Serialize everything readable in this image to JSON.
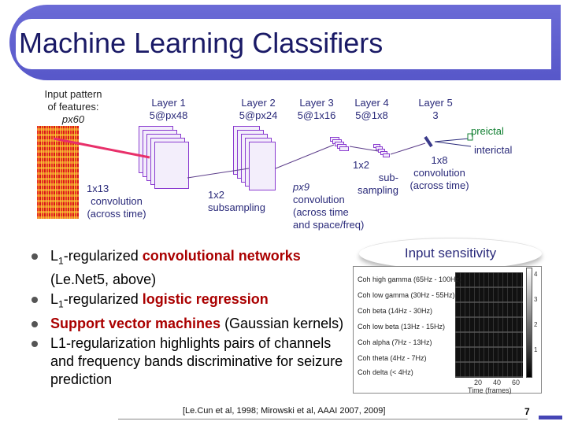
{
  "slide": {
    "title": "Machine Learning Classifiers",
    "page_number": "7",
    "citation": "[Le.Cun et al, 1998; Mirowski et al, AAAI 2007, 2009]"
  },
  "diagram": {
    "input_label": [
      "Input pattern",
      "of features:",
      "px60"
    ],
    "layer1": [
      "Layer 1",
      "5@px48"
    ],
    "layer2": [
      "Layer 2",
      "5@px24"
    ],
    "layer3": [
      "Layer 3",
      "5@1x16"
    ],
    "layer4": [
      "Layer 4",
      "5@1x8"
    ],
    "layer5": [
      "Layer 5",
      "3"
    ],
    "conv1": [
      "1x13",
      "convolution",
      "(across time)"
    ],
    "sub1": [
      "1x2",
      "subsampling"
    ],
    "conv2": [
      "px9",
      "convolution",
      "(across time",
      "and space/freq)"
    ],
    "sub2": [
      "1x2",
      "sub-",
      "sampling"
    ],
    "conv3": [
      "1x8",
      "convolution",
      "(across time)"
    ],
    "out_preictal": "preictal",
    "out_interictal": "interictal"
  },
  "bullets": [
    {
      "pre": "L",
      "sub": "1",
      "mid": "-regularized ",
      "hl": "convolutional networks",
      "post": " (Le.Net5, above)"
    },
    {
      "pre": "L",
      "sub": "1",
      "mid": "-regularized ",
      "hl": "logistic regression",
      "post": ""
    },
    {
      "pre": "",
      "sub": "",
      "mid": "",
      "hl": "Support vector machines",
      "post": " (Gaussian kernels)"
    },
    {
      "pre": "",
      "sub": "",
      "mid": "L1-regularization highlights pairs of channels and frequency bands discriminative for seizure prediction",
      "hl": "",
      "post": ""
    }
  ],
  "sensitivity": {
    "title": "Input sensitivity",
    "rows": [
      "Coh high gamma (65Hz - 100Hz)",
      "Coh low gamma (30Hz - 55Hz)",
      "Coh beta (14Hz - 30Hz)",
      "Coh low beta (13Hz - 15Hz)",
      "Coh alpha (7Hz - 13Hz)",
      "Coh theta (4Hz - 7Hz)",
      "Coh delta (< 4Hz)"
    ],
    "x_ticks": [
      "20",
      "40",
      "60"
    ],
    "x_label": "Time (frames)",
    "colorbar_ticks": [
      "4",
      "3",
      "2",
      "1"
    ]
  },
  "colors": {
    "title": "#1a1a66",
    "banner": "#5757c9",
    "highlight": "#aa0000",
    "featuremap": "#8a3bd0",
    "output": "#138033"
  }
}
